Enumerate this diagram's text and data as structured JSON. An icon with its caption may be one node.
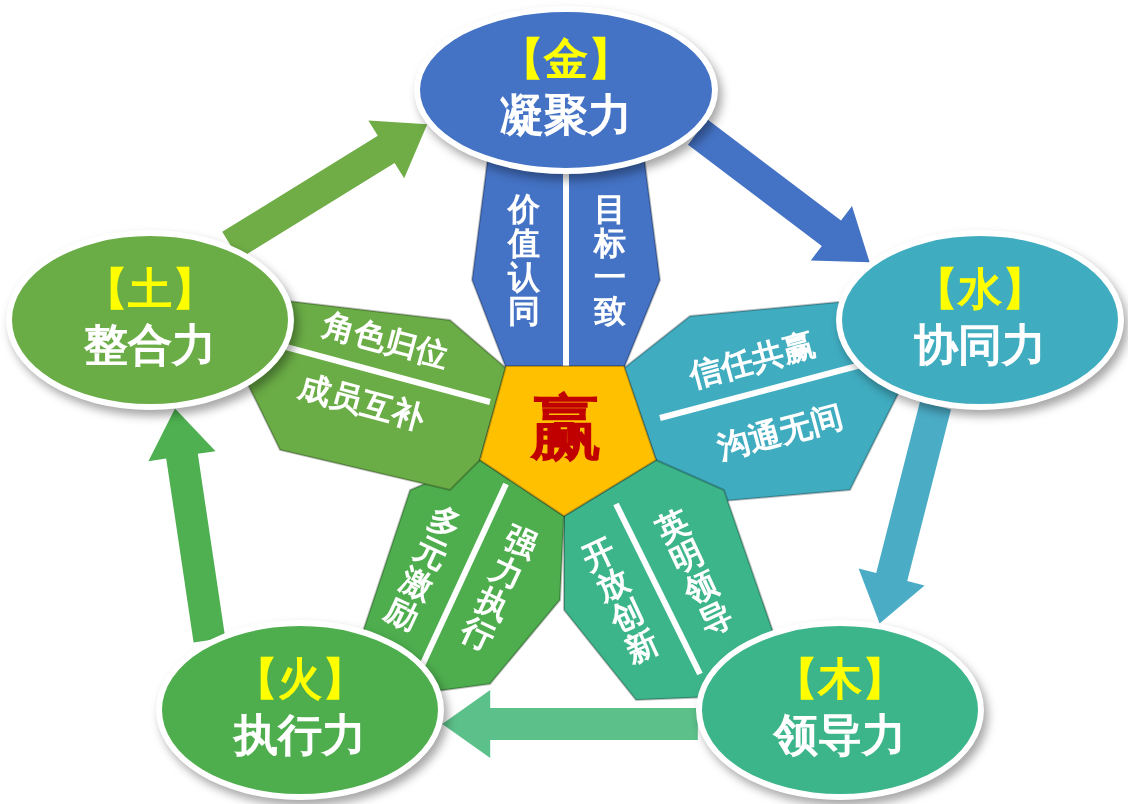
{
  "diagram": {
    "nodes": [
      {
        "text": [
          "【金】",
          "凝聚力"
        ]
      },
      {
        "text": [
          "【水】",
          "协同力"
        ]
      },
      {
        "text": [
          "【木】",
          "领导力"
        ]
      },
      {
        "text": [
          "【火】",
          "执行力"
        ]
      },
      {
        "text": [
          "【土】",
          "整合力"
        ]
      },
      {
        "text": [
          "赢"
        ]
      },
      {
        "text": [
          "价值认同",
          "目标一致"
        ]
      },
      {
        "text": [
          "信任共赢",
          "沟通无间"
        ]
      },
      {
        "text": [
          "英明领导",
          "开放创新"
        ]
      },
      {
        "text": [
          "强力执行",
          "多元激励"
        ]
      },
      {
        "text": [
          "角色归位",
          "成员互补"
        ]
      }
    ],
    "edges": [
      {
        "from": 0,
        "to": 1,
        "arrow": "to",
        "color": "#4472c4"
      },
      {
        "from": 1,
        "to": 2,
        "arrow": "to",
        "color": "#4bacc6"
      },
      {
        "from": 2,
        "to": 3,
        "arrow": "to",
        "color": "#5cc08a"
      },
      {
        "from": 3,
        "to": 4,
        "arrow": "to",
        "color": "#4eb050"
      },
      {
        "from": 4,
        "to": 0,
        "arrow": "to",
        "color": "#70ad47"
      }
    ]
  }
}
